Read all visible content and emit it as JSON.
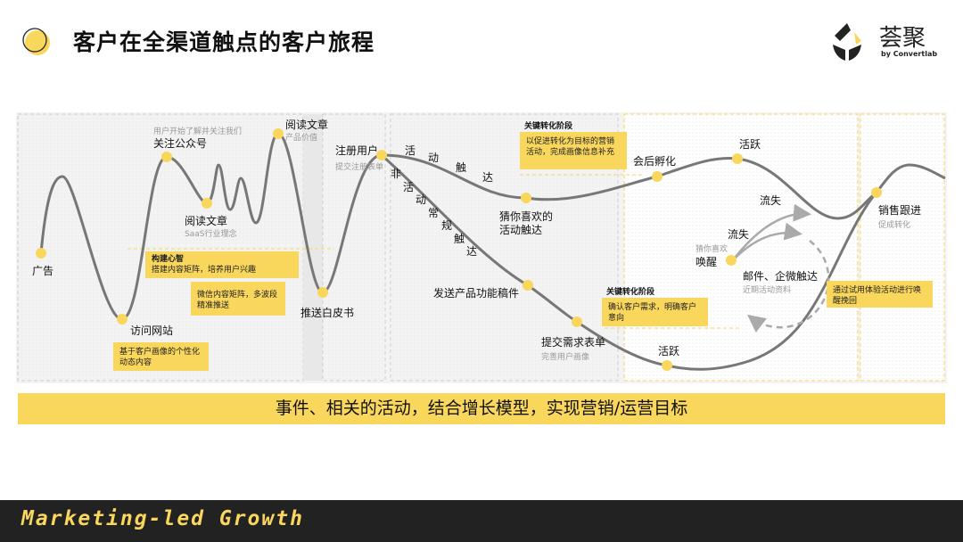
{
  "header": {
    "title": "客户在全渠道触点的客户旅程",
    "logo_text": "荟聚",
    "logo_sub": "by Convertlab"
  },
  "colors": {
    "accent": "#f9d65c",
    "curve": "#777777",
    "footer": "#222222"
  },
  "nodes": {
    "ad": "广告",
    "visit": "访问网站",
    "follow": "关注公众号",
    "follow_sub": "用户开始了解并关注我们",
    "read1": "阅读文章",
    "read1_sub": "SaaS行业理念",
    "read2": "阅读文章",
    "read2_sub": "产品价值",
    "whitepaper": "推送白皮书",
    "register": "注册用户",
    "register_sub": "提交注册表单",
    "guess": "猜你喜欢的\n活动触达",
    "incubate": "会后孵化",
    "active1": "活跃",
    "send": "发送产品功能稿件",
    "submit": "提交需求表单",
    "submit_sub": "完善用户画像",
    "active2": "活跃",
    "churn1": "流失",
    "churn2": "流失",
    "wake": "唤醒",
    "wake_sub": "猜你喜欢",
    "mail": "邮件、企微触达",
    "mail_sub": "近期活动资料",
    "sales": "销售跟进",
    "sales_sub": "促成转化"
  },
  "path_labels": {
    "activity": [
      "活",
      "动",
      "触",
      "达"
    ],
    "non_activity": [
      "非",
      "活",
      "动",
      "常",
      "规",
      "触",
      "达"
    ]
  },
  "notes": {
    "mind_title": "构建心智",
    "mind_body": "搭建内容矩阵，培养用户兴趣",
    "wechat": "微信内容矩阵，多波段精准推送",
    "persona": "基于客户画像的个性化动态内容",
    "key1_title": "关键转化阶段",
    "key1_body": "以促进转化为目标的营销活动，完成画像信息补充",
    "key2_title": "关键转化阶段",
    "key2_body": "确认客户需求，明确客户意向",
    "trial": "通过试用体验活动进行唤醒挽回"
  },
  "banner": "事件、相关的活动，结合增长模型，实现营销/运营目标",
  "footer": "Marketing-led Growth"
}
